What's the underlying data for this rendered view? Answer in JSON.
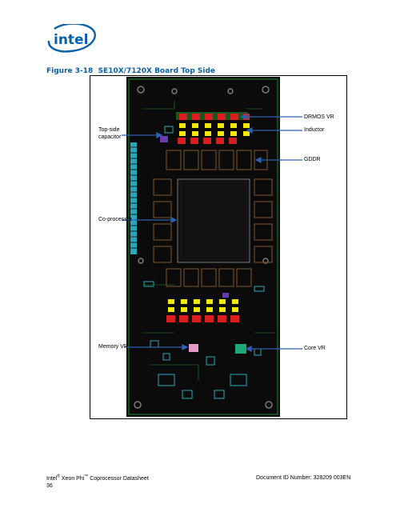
{
  "header": {
    "logo_text": "intel"
  },
  "figure": {
    "number": "Figure 3-18",
    "title": "SE10X/7120X Board Top Side",
    "callouts": {
      "top_side_capacitor_line1": "Top-side",
      "top_side_capacitor_line2": "capacitor",
      "co_processor": "Co-processor",
      "memory_vr": "Memory VR",
      "drmos_vr": "DRMOS VR",
      "inductor": "Inductor",
      "gddr": "GDDR",
      "core_vr": "Core VR"
    }
  },
  "footer": {
    "doc_prefix": "Intel",
    "doc_reg": "®",
    "doc_mid": " Xeon Phi",
    "doc_tm": "™",
    "doc_suffix": " Coprocessor Datasheet",
    "page_number": "36",
    "document_id": "Document ID Number: 328209 003EN"
  },
  "colors": {
    "intel_blue": "#0860a8",
    "pcb_background": "#0b0b0b",
    "trace_green": "#1f8a2e",
    "component_cyan": "#2aa7b8",
    "inductor_red": "#d81e1e",
    "capacitor_yellow": "#f2e800",
    "gddr_brown": "#6b4a2a",
    "callout_arrow": "#2f5fb0"
  }
}
